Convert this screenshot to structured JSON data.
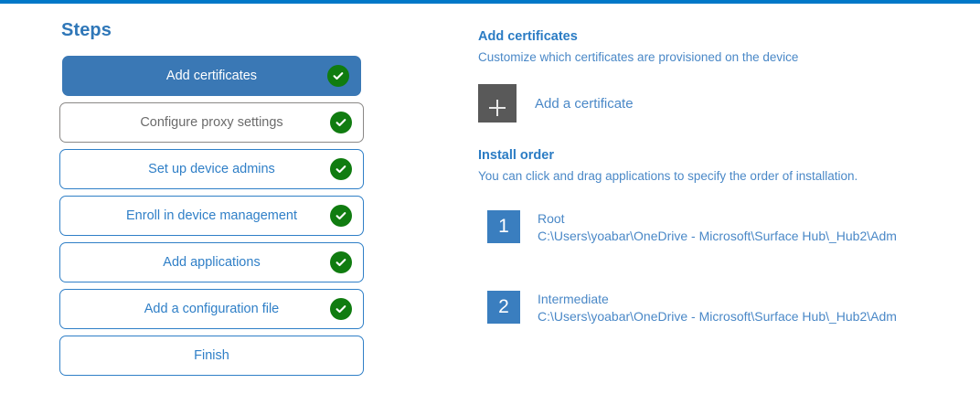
{
  "top_accent_color": "#0078c8",
  "steps_panel": {
    "title": "Steps",
    "items": [
      {
        "label": "Add certificates",
        "state": "active",
        "completed": true
      },
      {
        "label": "Configure proxy settings",
        "state": "neutral",
        "completed": true
      },
      {
        "label": "Set up device admins",
        "state": "link",
        "completed": true
      },
      {
        "label": "Enroll in device management",
        "state": "link",
        "completed": true
      },
      {
        "label": "Add applications",
        "state": "link",
        "completed": true
      },
      {
        "label": "Add a configuration file",
        "state": "link",
        "completed": true
      },
      {
        "label": "Finish",
        "state": "link",
        "completed": false
      }
    ]
  },
  "content": {
    "heading": "Add certificates",
    "subtitle": "Customize which certificates are provisioned on the device",
    "add_certificate_label": "Add a certificate",
    "add_icon": "plus-icon",
    "install_order": {
      "heading": "Install order",
      "subtitle": "You can click and drag applications to specify the order of installation.",
      "items": [
        {
          "number": "1",
          "name": "Root",
          "path": "C:\\Users\\yoabar\\OneDrive - Microsoft\\Surface Hub\\_Hub2\\Adm"
        },
        {
          "number": "2",
          "name": "Intermediate",
          "path": "C:\\Users\\yoabar\\OneDrive - Microsoft\\Surface Hub\\_Hub2\\Adm"
        }
      ]
    }
  },
  "colors": {
    "accent_blue": "#0078c8",
    "active_step_bg": "#3a78b5",
    "link_blue": "#2f7fc7",
    "heading_blue": "#2b7cc4",
    "text_blue": "#4a88c7",
    "check_green": "#107c10",
    "tile_gray": "#595959",
    "number_blue": "#3a7ebf"
  }
}
